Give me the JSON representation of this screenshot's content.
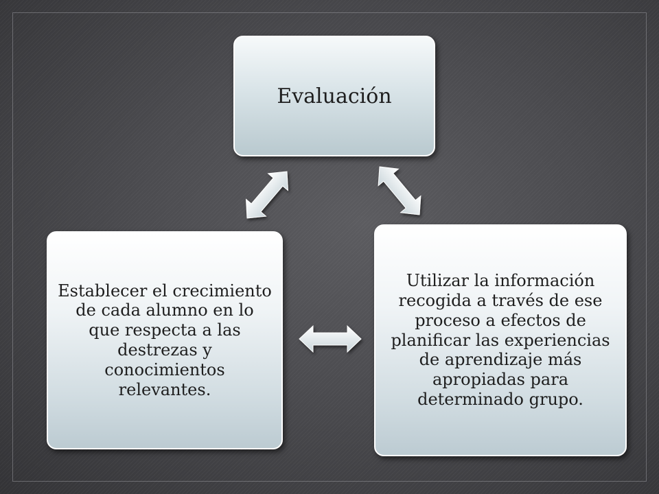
{
  "diagram": {
    "nodes": {
      "top": "Evaluación",
      "left": "Establecer el crecimiento de cada alumno en lo que respecta a las destrezas y conocimientos relevantes.",
      "right": "Utilizar la información recogida a través de ese proceso a efectos de planificar las experiencias de aprendizaje más apropiadas para determinado grupo."
    },
    "edges": [
      {
        "from": "left",
        "to": "top",
        "direction": "bidirectional"
      },
      {
        "from": "top",
        "to": "right",
        "direction": "bidirectional"
      },
      {
        "from": "left",
        "to": "right",
        "direction": "bidirectional"
      }
    ]
  },
  "colors": {
    "box_light": "#f6f9fa",
    "box_dark": "#b9c9cf",
    "text": "#1e1e1e",
    "background": "#4a4a4d"
  }
}
